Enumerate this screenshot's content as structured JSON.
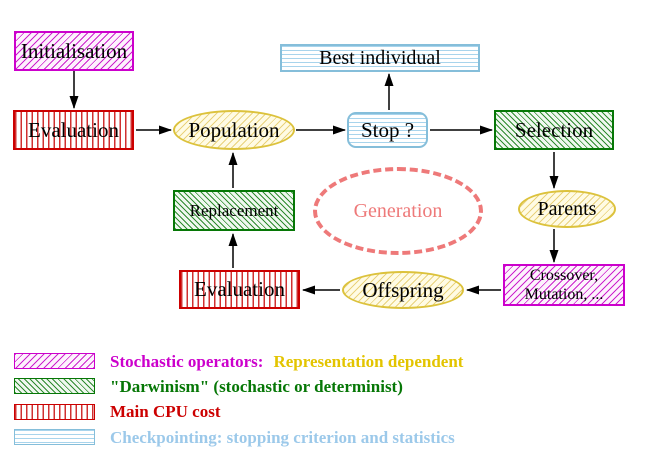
{
  "diagram": {
    "nodes": {
      "initialisation": {
        "label": "Initialisation"
      },
      "evaluation_top": {
        "label": "Evaluation"
      },
      "population": {
        "label": "Population"
      },
      "best_individual": {
        "label": "Best individual"
      },
      "stop": {
        "label": "Stop ?"
      },
      "selection": {
        "label": "Selection"
      },
      "parents": {
        "label": "Parents"
      },
      "crossover_mutation": {
        "label_line1": "Crossover,",
        "label_line2": "Mutation, ..."
      },
      "offspring": {
        "label": "Offspring"
      },
      "evaluation_bottom": {
        "label": "Evaluation"
      },
      "replacement": {
        "label": "Replacement"
      },
      "generation": {
        "label": "Generation"
      }
    },
    "legend": [
      {
        "swatch": "magenta-diagonal-hatch",
        "text_primary": "Stochastic operators:",
        "text_secondary": "Representation dependent",
        "color_primary": "#cc00cc",
        "color_secondary": "#e3c400"
      },
      {
        "swatch": "green-diagonal-hatch",
        "text_primary": "\"Darwinism\" (stochastic or determinist)",
        "color_primary": "#067706"
      },
      {
        "swatch": "red-vertical-stripes",
        "text_primary": "Main CPU cost",
        "color_primary": "#cc0000"
      },
      {
        "swatch": "cyan-horizontal-lines",
        "text_primary": "Checkpointing: stopping criterion and statistics",
        "color_primary": "#9cc9ea"
      }
    ],
    "colors": {
      "magenta": "#cc00cc",
      "red": "#cc0000",
      "green": "#067706",
      "cyan_border": "#85beda",
      "yellow_border": "#dcc23c",
      "salmon": "#ee7979",
      "arrow": "#000000"
    }
  }
}
